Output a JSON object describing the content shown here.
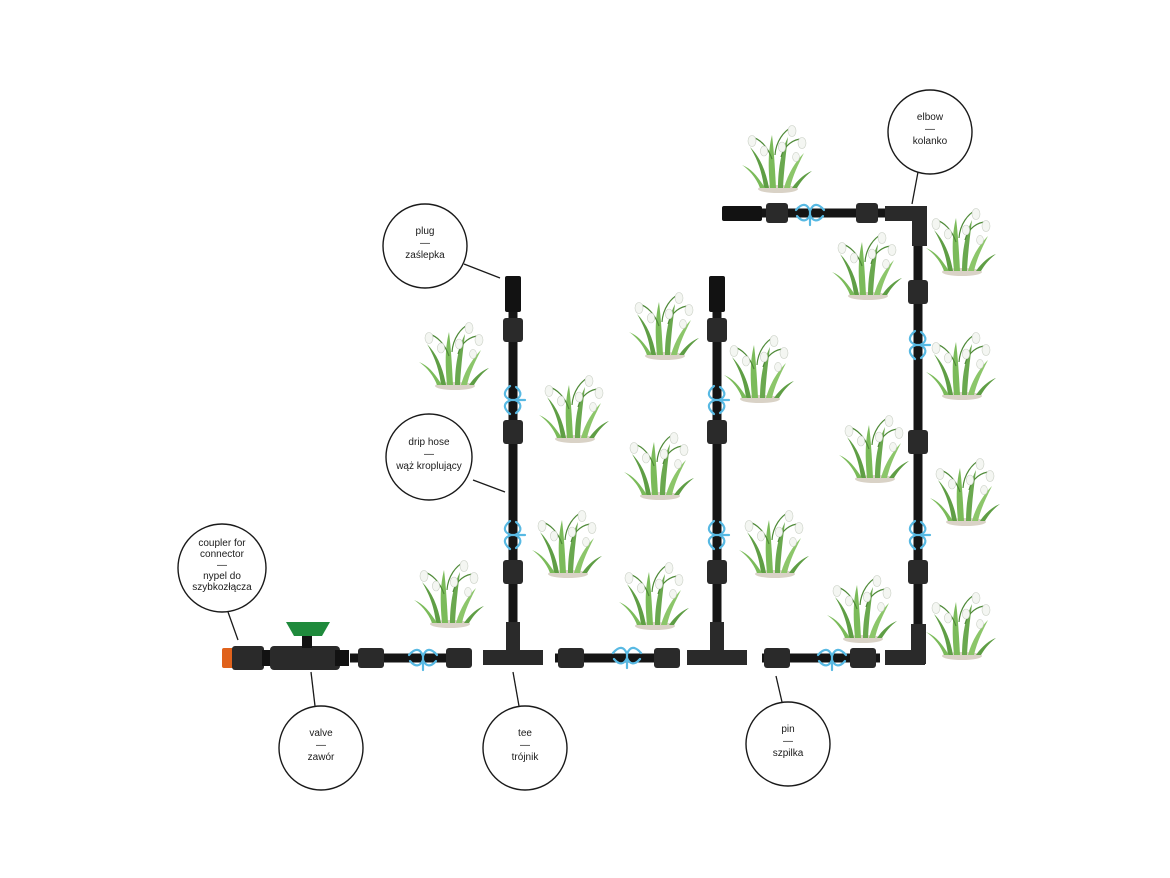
{
  "callouts": {
    "plug": {
      "line1": "plug",
      "sep": "—",
      "line2": "zaślepka"
    },
    "elbow": {
      "line1": "elbow",
      "sep": "—",
      "line2": "kolanko"
    },
    "drip_hose": {
      "line1": "drip hose",
      "sep": "—",
      "line2": "wąż kroplujący"
    },
    "coupler": {
      "line1": "coupler for",
      "line2": "connector",
      "sep": "—",
      "line3": "nypel do",
      "line4": "szybkozłącza"
    },
    "valve": {
      "line1": "valve",
      "sep": "—",
      "line2": "zawór"
    },
    "tee": {
      "line1": "tee",
      "sep": "—",
      "line2": "trójnik"
    },
    "pin": {
      "line1": "pin",
      "sep": "—",
      "line2": "szpilka"
    }
  },
  "colors": {
    "hose": "#151515",
    "fitting": "#2a2a2a",
    "pin": "#58b9e3",
    "valve_handle": "#1f8a3c",
    "coupler_orange": "#e0621c",
    "leaf": "#6aa84f",
    "flower": "#f4f6f2",
    "soil": "#d9d2c6"
  },
  "icons": {
    "plant": "snowdrop-plant-icon"
  }
}
